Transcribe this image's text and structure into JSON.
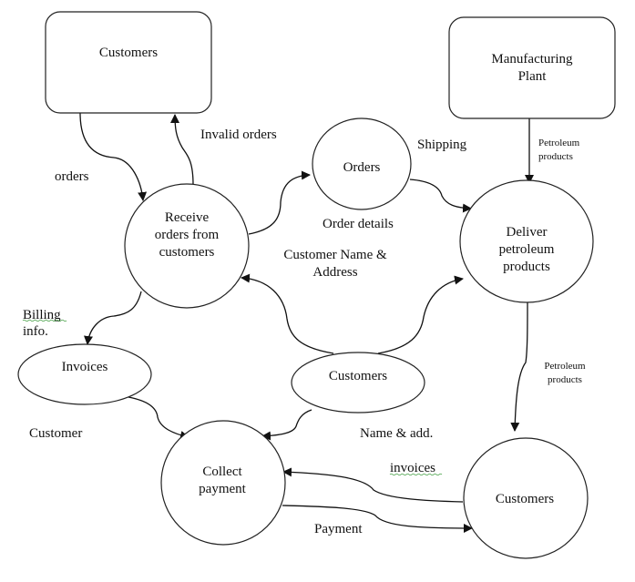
{
  "diagram": {
    "type": "data-flow-diagram",
    "entities": [
      {
        "id": "customers_top",
        "kind": "external-entity",
        "lines": [
          "Customers"
        ]
      },
      {
        "id": "manufacturing_plant",
        "kind": "external-entity",
        "lines": [
          "Manufacturing",
          "Plant"
        ]
      }
    ],
    "processes": [
      {
        "id": "receive_orders",
        "lines": [
          "Receive",
          "orders from",
          "customers"
        ]
      },
      {
        "id": "deliver_petroleum",
        "lines": [
          "Deliver",
          "petroleum",
          "products"
        ]
      },
      {
        "id": "collect_payment",
        "lines": [
          "Collect",
          "payment"
        ]
      },
      {
        "id": "customers_bottom_right",
        "lines": [
          "Customers"
        ]
      }
    ],
    "data_stores": [
      {
        "id": "orders_store",
        "lines": [
          "Orders"
        ]
      },
      {
        "id": "invoices_store",
        "lines": [
          "Invoices"
        ]
      },
      {
        "id": "customers_store",
        "lines": [
          "Customers"
        ]
      }
    ],
    "flow_labels": {
      "orders": "orders",
      "invalid_orders": "Invalid orders",
      "shipping": "Shipping",
      "order_details": "Order details",
      "customer_name_address": [
        "Customer Name &",
        "Address"
      ],
      "petroleum_products_top": [
        "Petroleum",
        "products"
      ],
      "petroleum_products_bottom": [
        "Petroleum",
        "products"
      ],
      "billing_info": [
        "Billing",
        "info."
      ],
      "customer": "Customer",
      "name_add": "Name & add.",
      "invoices": "invoices",
      "payment": "Payment"
    },
    "flows": [
      {
        "from": "customers_top",
        "to": "receive_orders",
        "label": "orders"
      },
      {
        "from": "receive_orders",
        "to": "customers_top",
        "label": "Invalid orders"
      },
      {
        "from": "receive_orders",
        "to": "orders_store",
        "label": "Order details"
      },
      {
        "from": "orders_store",
        "to": "deliver_petroleum",
        "label": "Shipping"
      },
      {
        "from": "manufacturing_plant",
        "to": "deliver_petroleum",
        "label": "Petroleum products"
      },
      {
        "from": "customers_store",
        "to": "receive_orders",
        "label": "Customer Name & Address"
      },
      {
        "from": "customers_store",
        "to": "deliver_petroleum",
        "label": "Customer Name & Address"
      },
      {
        "from": "receive_orders",
        "to": "invoices_store",
        "label": "Billing info."
      },
      {
        "from": "deliver_petroleum",
        "to": "customers_bottom_right",
        "label": "Petroleum products"
      },
      {
        "from": "invoices_store",
        "to": "collect_payment",
        "label": "Customer"
      },
      {
        "from": "customers_store",
        "to": "collect_payment",
        "label": "Name & add."
      },
      {
        "from": "customers_bottom_right",
        "to": "collect_payment",
        "label": "invoices"
      },
      {
        "from": "collect_payment",
        "to": "customers_bottom_right",
        "label": "Payment"
      }
    ]
  }
}
